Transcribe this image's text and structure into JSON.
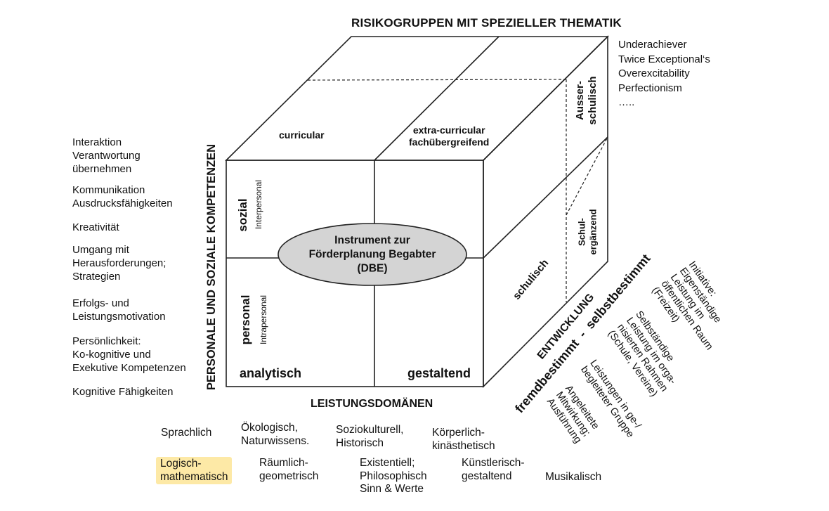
{
  "title_top": "RISIKOGRUPPEN MIT SPEZIELLER THEMATIK",
  "risk_groups": [
    "Underachiever",
    "Twice Exceptional‘s",
    "Overexcitability",
    "Perfectionism",
    "….."
  ],
  "left_axis_title": "PERSONALE UND SOZIALE KOMPETENZEN",
  "competencies": [
    "Interaktion\nVerantwortung\nübernehmen",
    "Kommunikation\nAusdrucksfähigkeiten",
    "Kreativität",
    "Umgang mit\nHerausforderungen;\nStrategien",
    "Erfolgs- und\nLeistungsmotivation",
    "Persönlichkeit:\nKo-kognitive und\nExekutive Kompetenzen",
    "Kognitive Fähigkeiten"
  ],
  "cube": {
    "top_left": "curricular",
    "top_right": "extra-curricular\nfachübergreifend",
    "front_sozial": "sozial",
    "front_interpersonal": "Interpersonal",
    "front_personal": "personal",
    "front_intrapersonal": "Intrapersonal",
    "front_analytisch": "analytisch",
    "front_gestaltend": "gestaltend",
    "center": "Instrument zur\nFörderplanung Begabter\n(DBE)",
    "side_schulisch": "schulisch",
    "side_schulergaenzend": "Schul-\nergänzend",
    "side_ausserschulisch": "Ausser-\nschulisch"
  },
  "bottom_axis_title": "LEISTUNGSDOMÄNEN",
  "domains": [
    {
      "label": "Sprachlich",
      "highlight": false
    },
    {
      "label": "Ökologisch,\nNaturwissens.",
      "highlight": false
    },
    {
      "label": "Soziokulturell,\nHistorisch",
      "highlight": false
    },
    {
      "label": "Körperlich-\nkinästhetisch",
      "highlight": false
    },
    {
      "label": "Logisch-\nmathematisch",
      "highlight": true
    },
    {
      "label": "Räumlich-\ngeometrisch",
      "highlight": false
    },
    {
      "label": "Existentiell;\nPhilosophisch\nSinn & Werte",
      "highlight": false
    },
    {
      "label": "Künstlerisch-\ngestaltend",
      "highlight": false
    },
    {
      "label": "Musikalisch",
      "highlight": false
    }
  ],
  "development": {
    "title": "ENTWICKLUNG",
    "axis_label": "fremdbestimmt  -  selbstbestimmt",
    "levels": [
      "Initiative:\nEigenständige\nLeistung im\nöffentlichen Raum\n(Freizeit)",
      "Selbständige\nLeistung im orga-\nnisierten Rahmen\n(Schule, Vereine)",
      "Leistungen in ge-/\nbegleiteter Gruppe",
      "Angeleitete\nMitwirkung;\nAusführung"
    ]
  },
  "colors": {
    "line": "#222222",
    "ellipse_fill": "#d4d4d4",
    "highlight": "#fde9a6"
  }
}
